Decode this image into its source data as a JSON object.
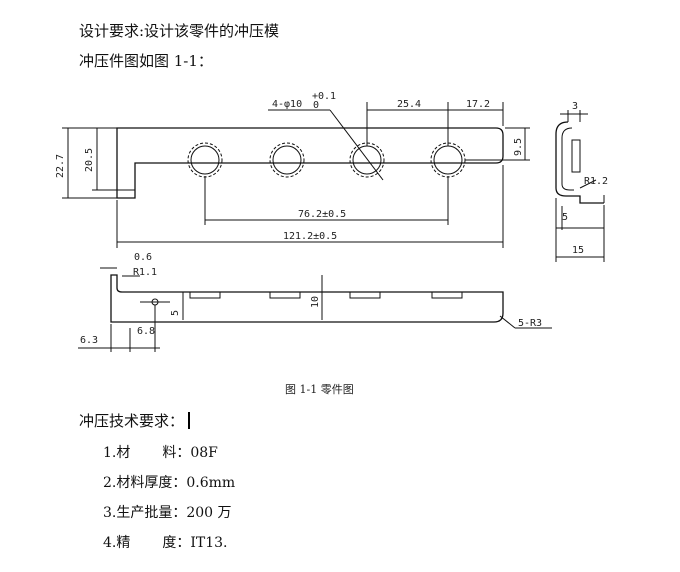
{
  "intro": {
    "line1": "设计要求:设计该零件的冲压模",
    "line2": "冲压件图如图 1-1："
  },
  "drawing": {
    "hole_callout": "4-φ10",
    "hole_tol_upper": "+0.1",
    "hole_tol_lower": "0",
    "dim_pitch": "25.4",
    "dim_edge": "17.2",
    "dim_overall_height": "22.7",
    "dim_height": "20.5",
    "dim_hole_center": "9.5",
    "dim_span": "76.2±0.5",
    "dim_length": "121.2±0.5",
    "dim_side_thickness": "3",
    "dim_side_radius": "R1.2",
    "dim_side_five": "5",
    "dim_side_width": "15",
    "dim_thickness": "0.6",
    "dim_bottom_radius": "R1.1",
    "dim_bottom_five": "5",
    "dim_bottom_ten": "10",
    "dim_bottom_6_8": "6.8",
    "dim_bottom_6_3": "6.3",
    "dim_corner": "5-R3",
    "caption": "图 1-1  零件图"
  },
  "requirements": {
    "title": "冲压技术要求：",
    "item1_label": "1.材",
    "item1_label_b": "料：",
    "item1_value": "08F",
    "item2_label": "2.材料厚度：",
    "item2_value": "0.6mm",
    "item3_label": "3.生产批量：",
    "item3_value": "200 万",
    "item4_label": "4.精",
    "item4_label_b": "度：",
    "item4_value": "IT13."
  }
}
